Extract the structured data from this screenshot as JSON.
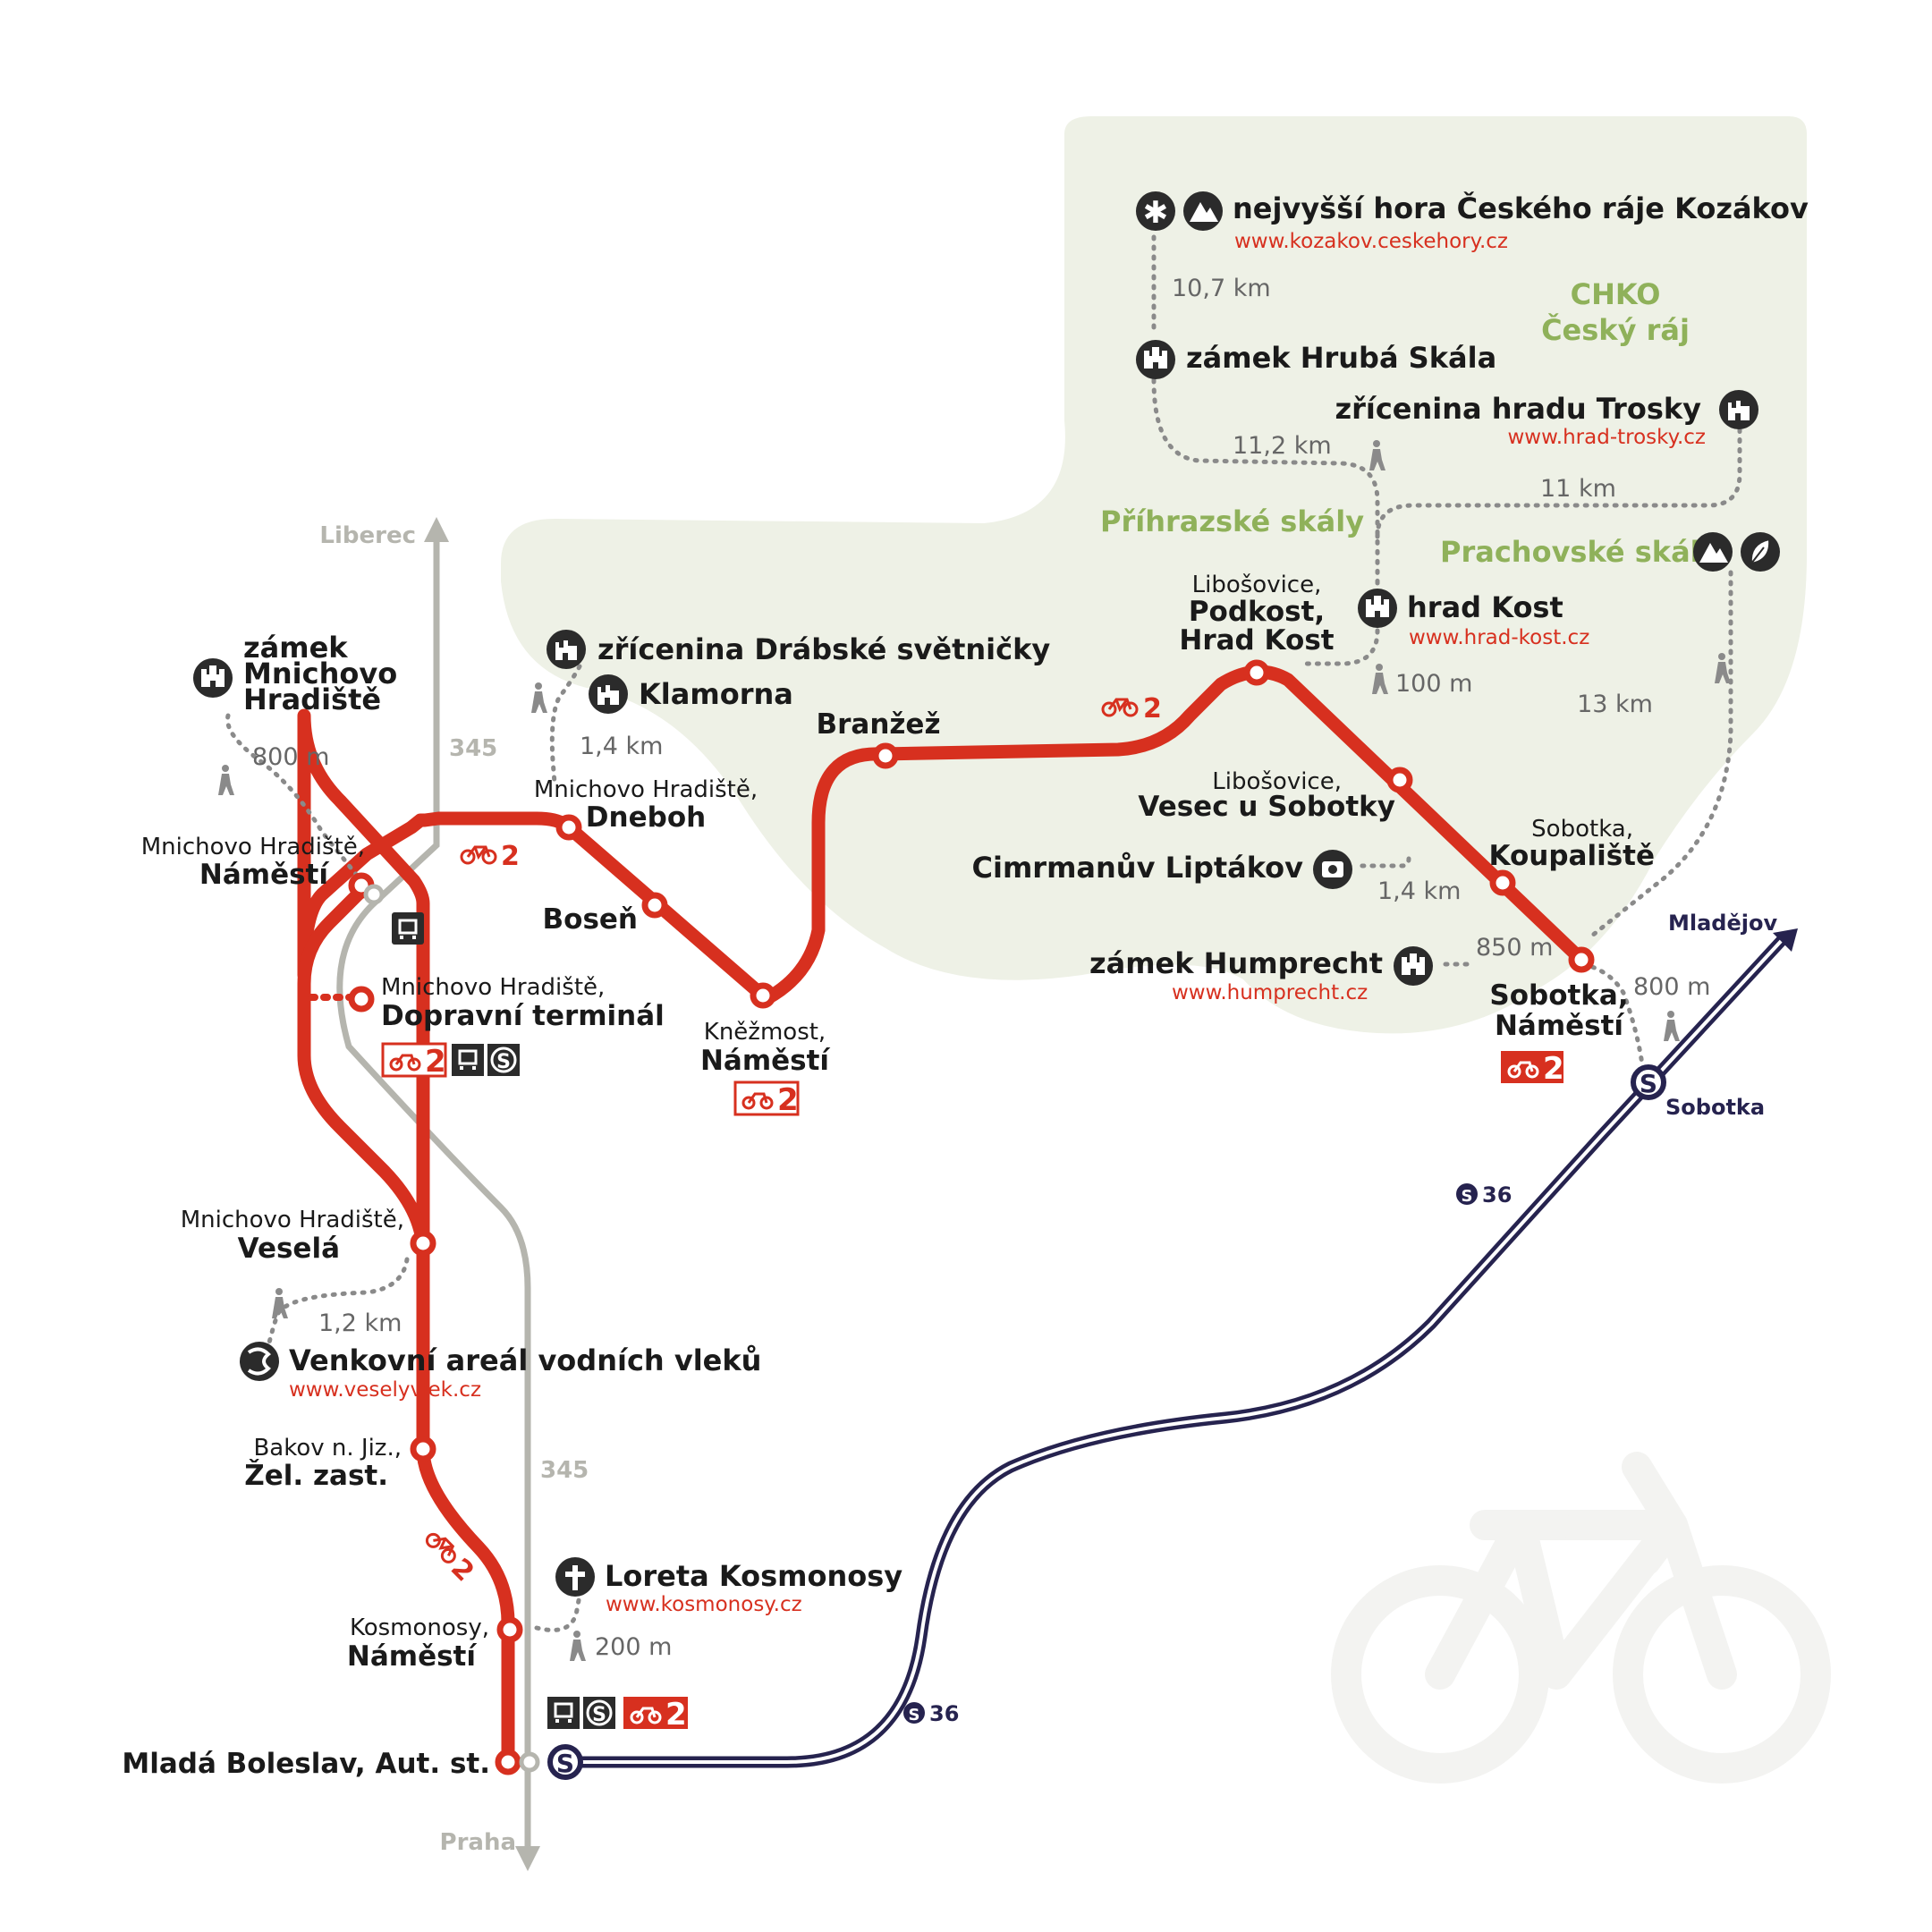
{
  "colors": {
    "route": "#d7301f",
    "rail": "#26234f",
    "bus": "#b5b5ae",
    "protected_area": "#eef1e6",
    "icon": "#2b2b2b",
    "distance": "#666666",
    "area_label": "#8fb15a"
  },
  "area": {
    "name_line1": "CHKO",
    "name_line2": "Český ráj",
    "sub1": "Příhrazské skály",
    "sub2": "Prachovské skály"
  },
  "bus_line": {
    "number": "345",
    "north": "Liberec",
    "south": "Praha"
  },
  "rail_line": {
    "number": "36",
    "end": "Mladějov",
    "station": "Sobotka",
    "rail_symbol": "S"
  },
  "cycle_route": {
    "number": "2"
  },
  "stations": [
    {
      "id": "mb-aut",
      "line1": "",
      "line2": "Mladá Boleslav, Aut. st."
    },
    {
      "id": "kosmonosy",
      "line1": "Kosmonosy,",
      "line2": "Náměstí"
    },
    {
      "id": "bakov",
      "line1": "Bakov n. Jiz.,",
      "line2": "Žel. zast."
    },
    {
      "id": "vesela",
      "line1": "Mnichovo Hradiště,",
      "line2": "Veselá"
    },
    {
      "id": "terminal",
      "line1": "Mnichovo Hradiště,",
      "line2": "Dopravní terminál"
    },
    {
      "id": "mh-namesti",
      "line1": "Mnichovo Hradiště,",
      "line2": "Náměstí"
    },
    {
      "id": "dneboh",
      "line1": "Mnichovo Hradiště,",
      "line2": "Dneboh"
    },
    {
      "id": "bosen",
      "line1": "",
      "line2": "Boseň"
    },
    {
      "id": "knezmost",
      "line1": "Kněžmost,",
      "line2": "Náměstí"
    },
    {
      "id": "branzez",
      "line1": "",
      "line2": "Branžež"
    },
    {
      "id": "podkost",
      "line1": "Libošovice,",
      "line2": "Podkost,",
      "line3": "Hrad Kost"
    },
    {
      "id": "vesec",
      "line1": "Libošovice,",
      "line2": "Vesec u Sobotky"
    },
    {
      "id": "koupaliste",
      "line1": "Sobotka,",
      "line2": "Koupaliště"
    },
    {
      "id": "sobotka-nam",
      "line1": "Sobotka,",
      "line2": "Náměstí"
    }
  ],
  "pois": [
    {
      "id": "kozakov",
      "name": "nejvyšší hora Českého ráje Kozákov",
      "url": "www.kozakov.ceskehory.cz",
      "icons": [
        "star-icon",
        "mountain-icon"
      ]
    },
    {
      "id": "hruba-skala",
      "name": "zámek Hrubá Skála",
      "url": "",
      "icons": [
        "castle-icon"
      ]
    },
    {
      "id": "trosky",
      "name": "zřícenina hradu Trosky",
      "url": "www.hrad-trosky.cz",
      "icons": [
        "ruin-icon"
      ]
    },
    {
      "id": "kost",
      "name": "hrad Kost",
      "url": "www.hrad-kost.cz",
      "icons": [
        "castle-icon"
      ]
    },
    {
      "id": "liptakov",
      "name": "Cimrmanův Liptákov",
      "url": "",
      "icons": [
        "camera-icon"
      ]
    },
    {
      "id": "humprecht",
      "name": "zámek Humprecht",
      "url": "www.humprecht.cz",
      "icons": [
        "castle-icon"
      ]
    },
    {
      "id": "drabske",
      "name": "zřícenina Drábské světničky",
      "url": "",
      "icons": [
        "ruin-icon"
      ]
    },
    {
      "id": "klamorna",
      "name": "Klamorna",
      "url": "",
      "icons": [
        "ruin-icon"
      ]
    },
    {
      "id": "zamek-mh",
      "name_line1": "zámek",
      "name_line2": "Mnichovo",
      "name_line3": "Hradiště",
      "icons": [
        "castle-icon"
      ]
    },
    {
      "id": "vleky",
      "name": "Venkovní areál vodních vleků",
      "url": "www.veselyvlek.cz",
      "icons": [
        "water-icon"
      ]
    },
    {
      "id": "loreta",
      "name": "Loreta Kosmonosy",
      "url": "www.kosmonosy.cz",
      "icons": [
        "cross-icon"
      ]
    }
  ],
  "distances": {
    "kozakov": "10,7 km",
    "hruba_skala": "11,2 km",
    "trosky": "11 km",
    "kost": "100 m",
    "prachov": "13 km",
    "liptakov": "1,4 km",
    "humprecht": "850 m",
    "sobotka_rail": "800 m",
    "klamorna": "1,4 km",
    "zamek_mh": "800 m",
    "vleky": "1,2 km",
    "loreta": "200 m"
  }
}
